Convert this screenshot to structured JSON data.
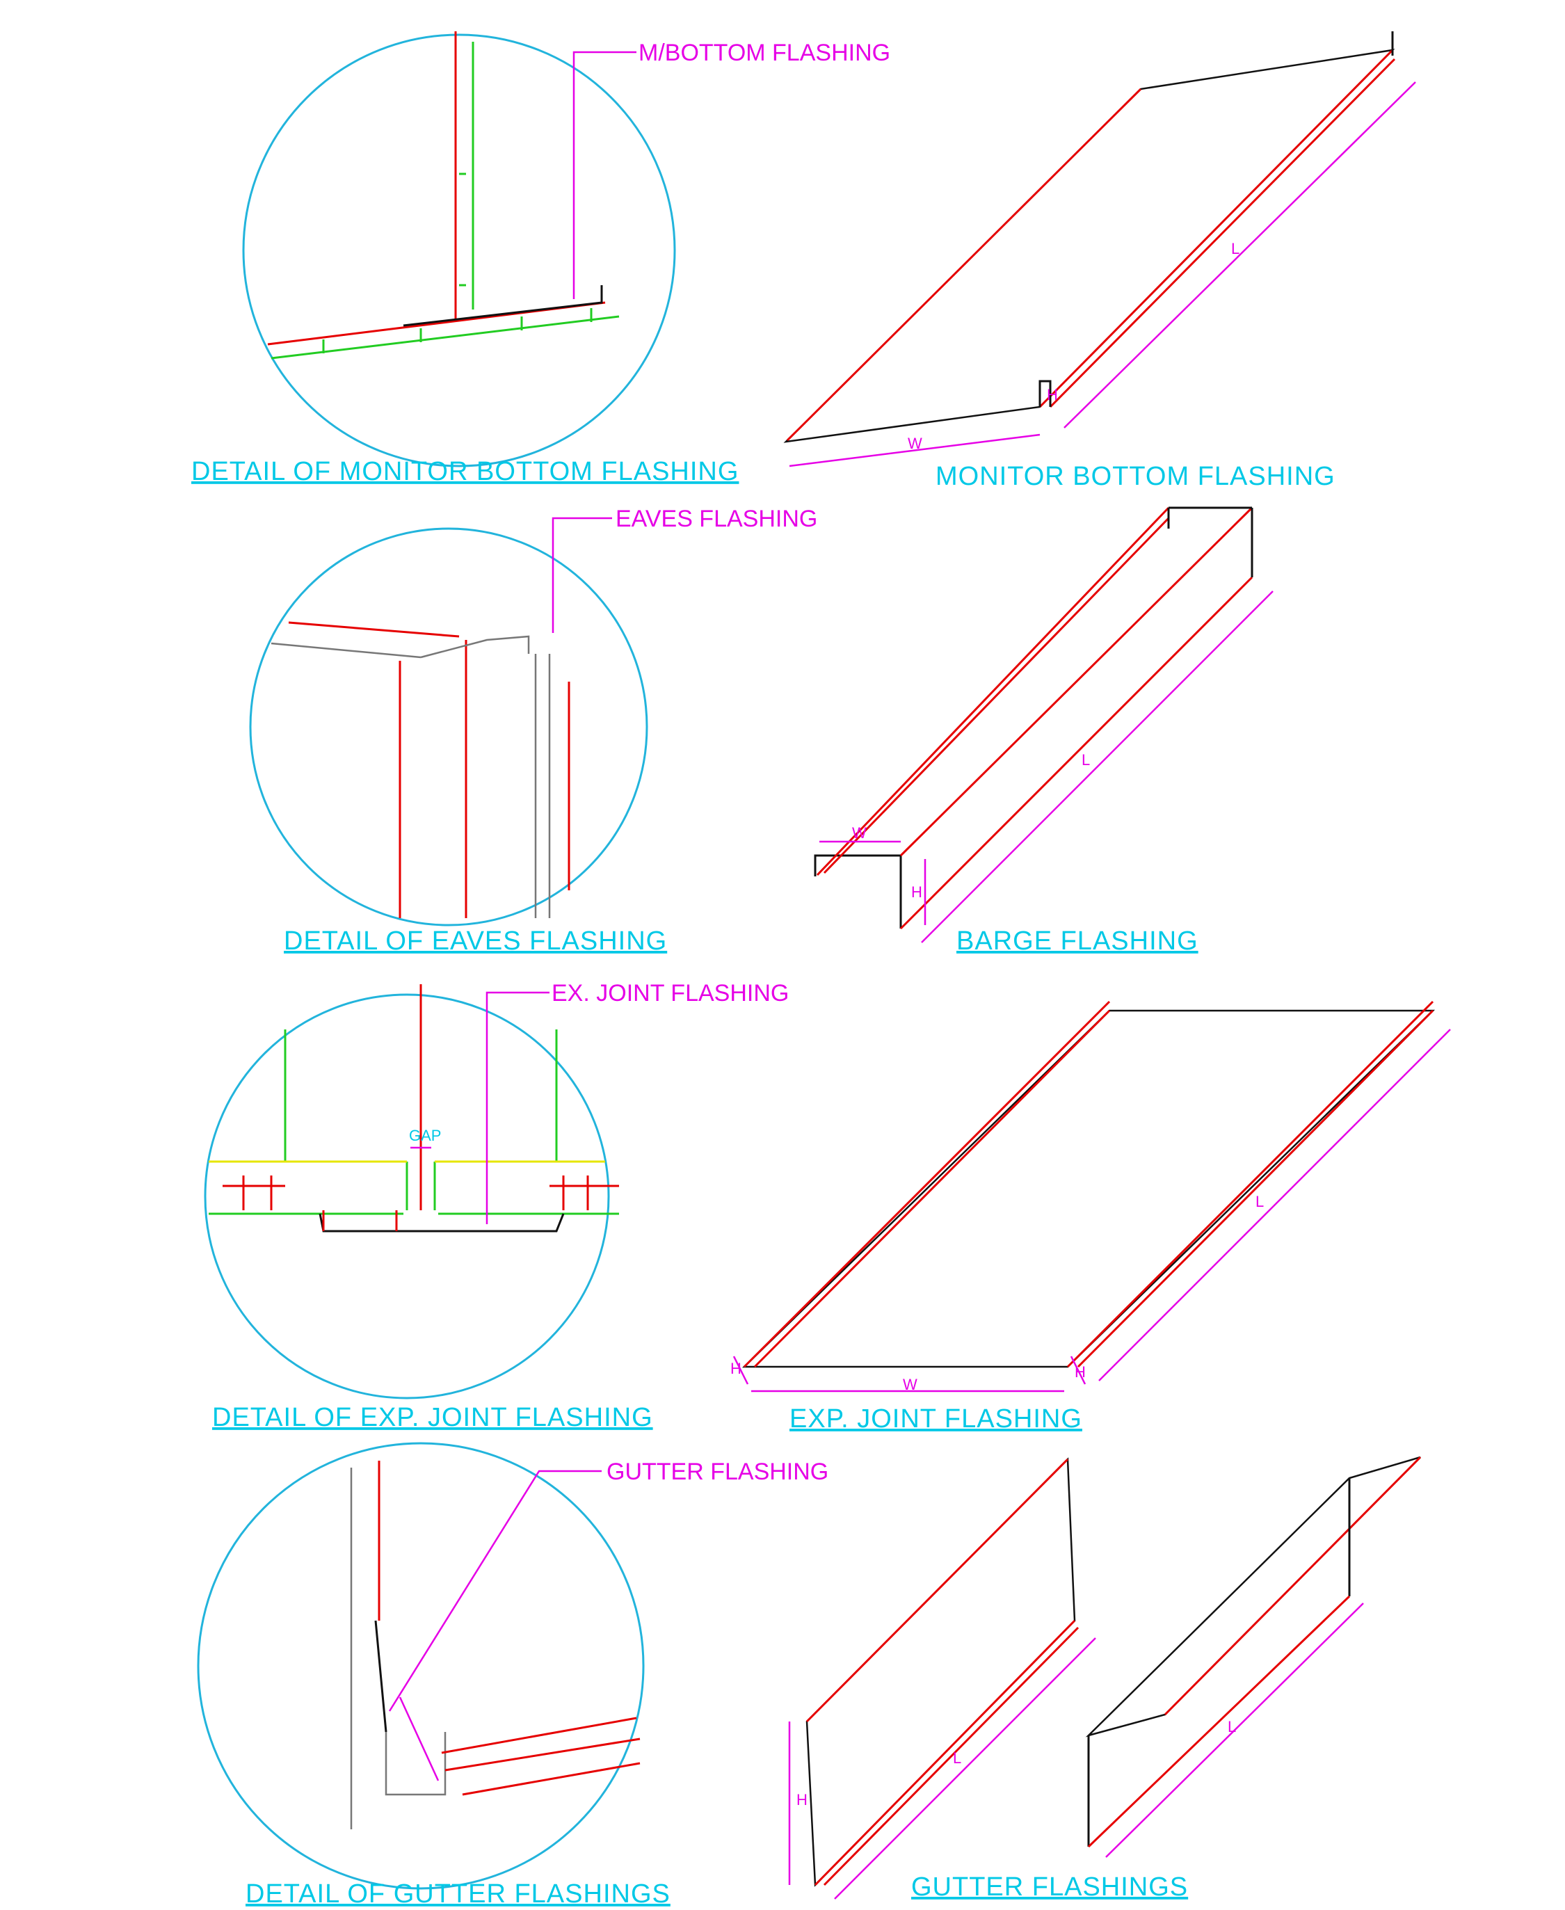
{
  "details": {
    "monitor": {
      "callout": "M/BOTTOM FLASHING",
      "caption": "DETAIL OF MONITOR BOTTOM FLASHING"
    },
    "eaves": {
      "callout": "EAVES FLASHING",
      "caption": "DETAIL OF EAVES FLASHING"
    },
    "expjoint": {
      "callout": "EX. JOINT FLASHING",
      "caption": "DETAIL OF EXP. JOINT FLASHING",
      "gap_label": "GAP"
    },
    "gutter": {
      "callout": "GUTTER FLASHING",
      "caption": "DETAIL OF GUTTER FLASHINGS"
    }
  },
  "isometrics": {
    "monitor": {
      "caption": "MONITOR BOTTOM FLASHING",
      "w": "W",
      "l": "L",
      "h": "H"
    },
    "barge": {
      "caption": "BARGE FLASHING",
      "w": "W",
      "l": "L",
      "h": "H"
    },
    "expjoint": {
      "caption": "EXP. JOINT FLASHING",
      "w": "W",
      "l": "L",
      "h_left": "H",
      "h_right": "H"
    },
    "gutter": {
      "caption": "GUTTER FLASHINGS",
      "h": "H",
      "l1": "L",
      "l2": "L"
    }
  },
  "colors": {
    "detail_circle": "#22b4dc",
    "caption_text": "#00c8e6",
    "flashing_red": "#e60000",
    "dimension_magenta": "#e600e6",
    "purlin_green": "#22cc22"
  }
}
